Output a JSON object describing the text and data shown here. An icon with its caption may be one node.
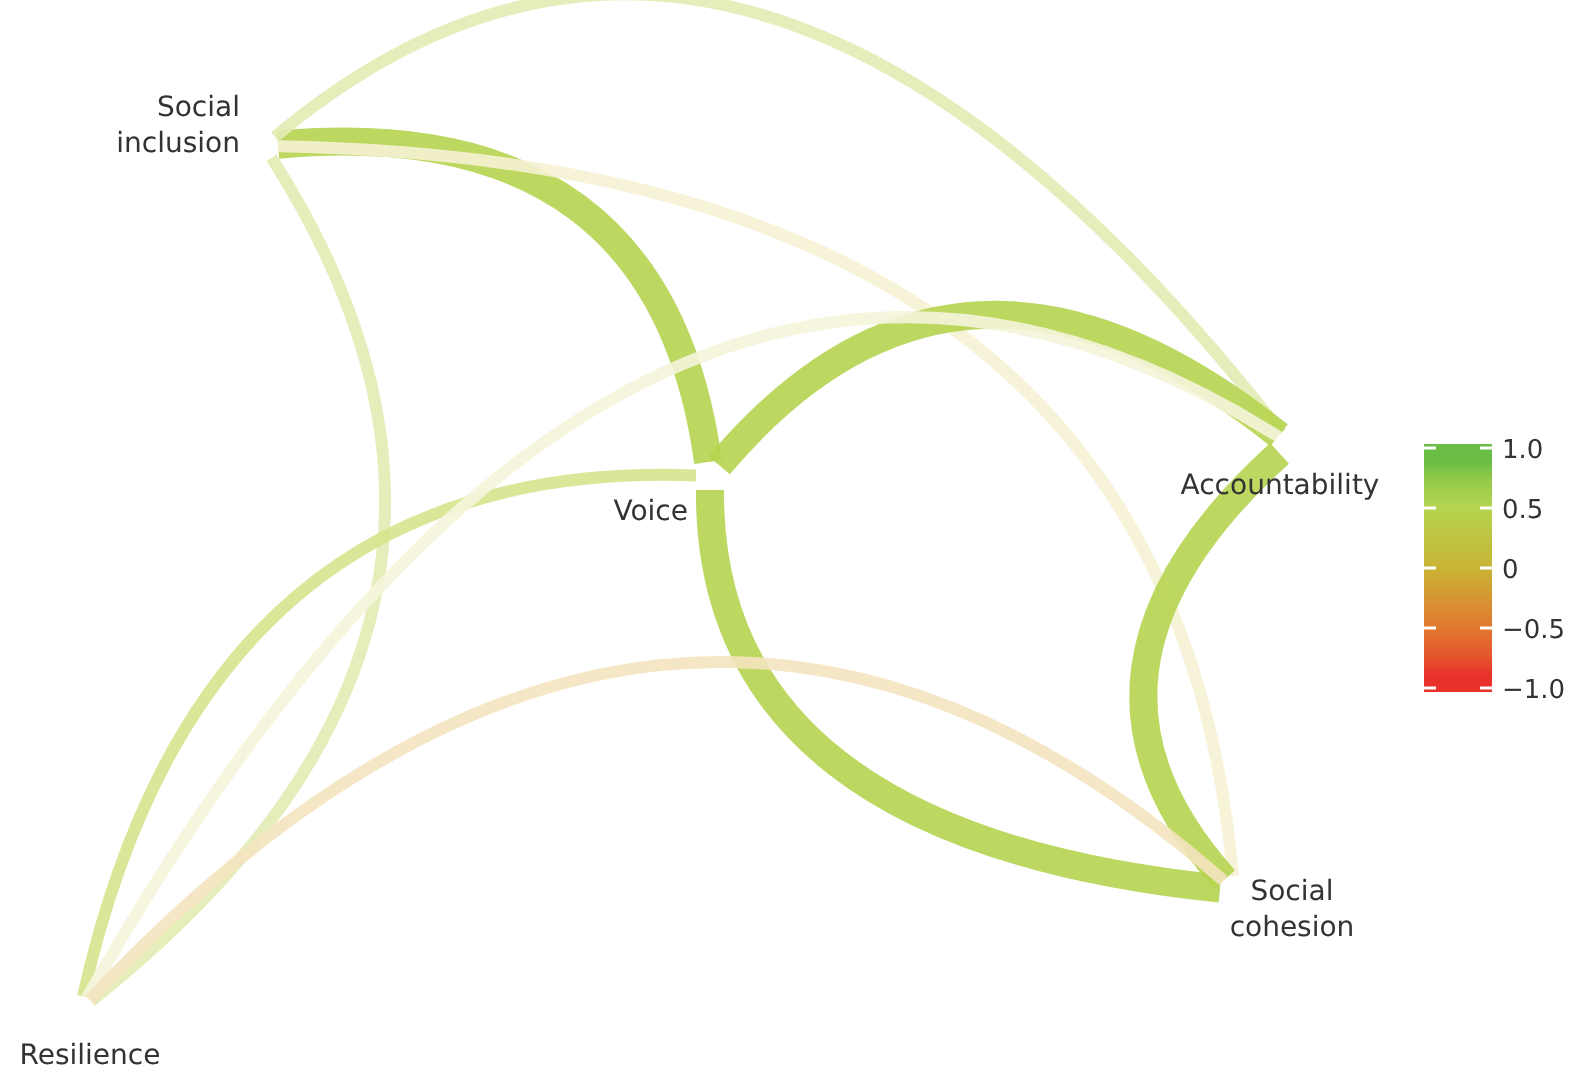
{
  "diagram": {
    "nodes": [
      {
        "text": [
          "Social inclusion"
        ]
      },
      {
        "text": [
          "Voice"
        ]
      },
      {
        "text": [
          "Accountability"
        ]
      },
      {
        "text": [
          "Social cohesion"
        ]
      },
      {
        "text": [
          "Resilience"
        ]
      }
    ],
    "edges": [
      {
        "from": 0,
        "to": 1,
        "arrow": "none",
        "style": "thick",
        "color": "#b5d44f"
      },
      {
        "from": 0,
        "to": 2,
        "arrow": "none",
        "color": "#e2ebb2"
      },
      {
        "from": 0,
        "to": 3,
        "arrow": "none",
        "color": "#f6f2d4"
      },
      {
        "from": 0,
        "to": 4,
        "arrow": "none",
        "color": "#e2ebb2"
      },
      {
        "from": 1,
        "to": 2,
        "arrow": "none",
        "style": "thick",
        "color": "#b5d44f"
      },
      {
        "from": 1,
        "to": 3,
        "arrow": "none",
        "style": "thick",
        "color": "#b5d44f"
      },
      {
        "from": 1,
        "to": 4,
        "arrow": "none",
        "color": "#d6e38d"
      },
      {
        "from": 2,
        "to": 3,
        "arrow": "none",
        "style": "thick",
        "color": "#b5d44f"
      },
      {
        "from": 2,
        "to": 4,
        "arrow": "none",
        "color": "#f5f5dc"
      },
      {
        "from": 4,
        "to": 3,
        "arrow": "none",
        "color": "#f4e4c0"
      }
    ],
    "legend": [
      {
        "text": "1.0",
        "color": "#6abd45"
      },
      {
        "text": "0.5",
        "color": "#b5d44f"
      },
      {
        "text": "0",
        "color": "#c9b435"
      },
      {
        "text": "−0.5",
        "color": "#e2772f"
      },
      {
        "text": "−1.0",
        "color": "#e8312a"
      }
    ]
  }
}
